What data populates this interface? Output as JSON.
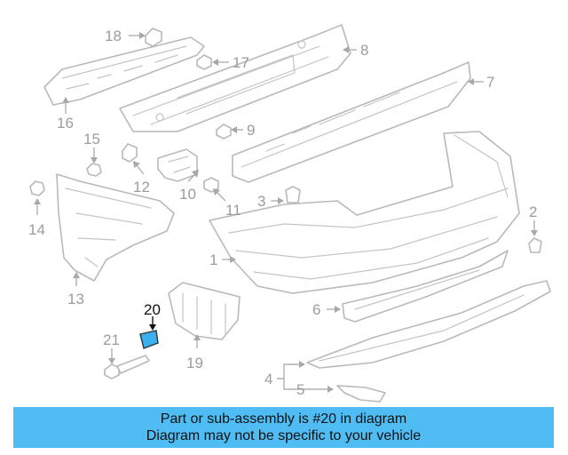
{
  "diagram": {
    "callouts": [
      "18",
      "17",
      "16",
      "8",
      "7",
      "9",
      "15",
      "12",
      "10",
      "11",
      "14",
      "13",
      "3",
      "2",
      "1",
      "6",
      "20",
      "21",
      "19",
      "4",
      "5"
    ],
    "highlighted_part": "20",
    "colors": {
      "highlight": "#3ab0ef",
      "line": "#b9b9b9",
      "label": "#9c9c9c",
      "banner": "#4fbdf4"
    }
  },
  "banner": {
    "line1": "Part or sub-assembly is #20 in diagram",
    "line2": "Diagram may not be specific to your vehicle"
  }
}
